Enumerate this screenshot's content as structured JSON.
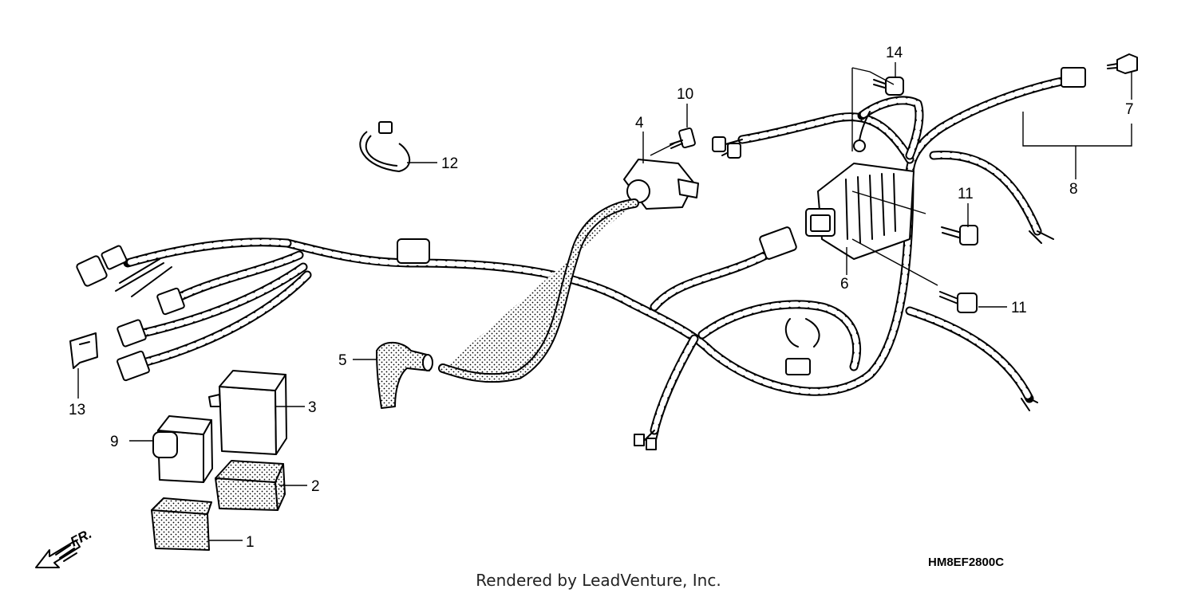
{
  "diagram": {
    "callouts": [
      "1",
      "2",
      "3",
      "4",
      "5",
      "6",
      "7",
      "8",
      "9",
      "10",
      "11",
      "11",
      "12",
      "13",
      "14"
    ],
    "direction_label": "FR.",
    "drawing_code": "HM8EF2800C",
    "credit": "Rendered by LeadVenture, Inc."
  }
}
